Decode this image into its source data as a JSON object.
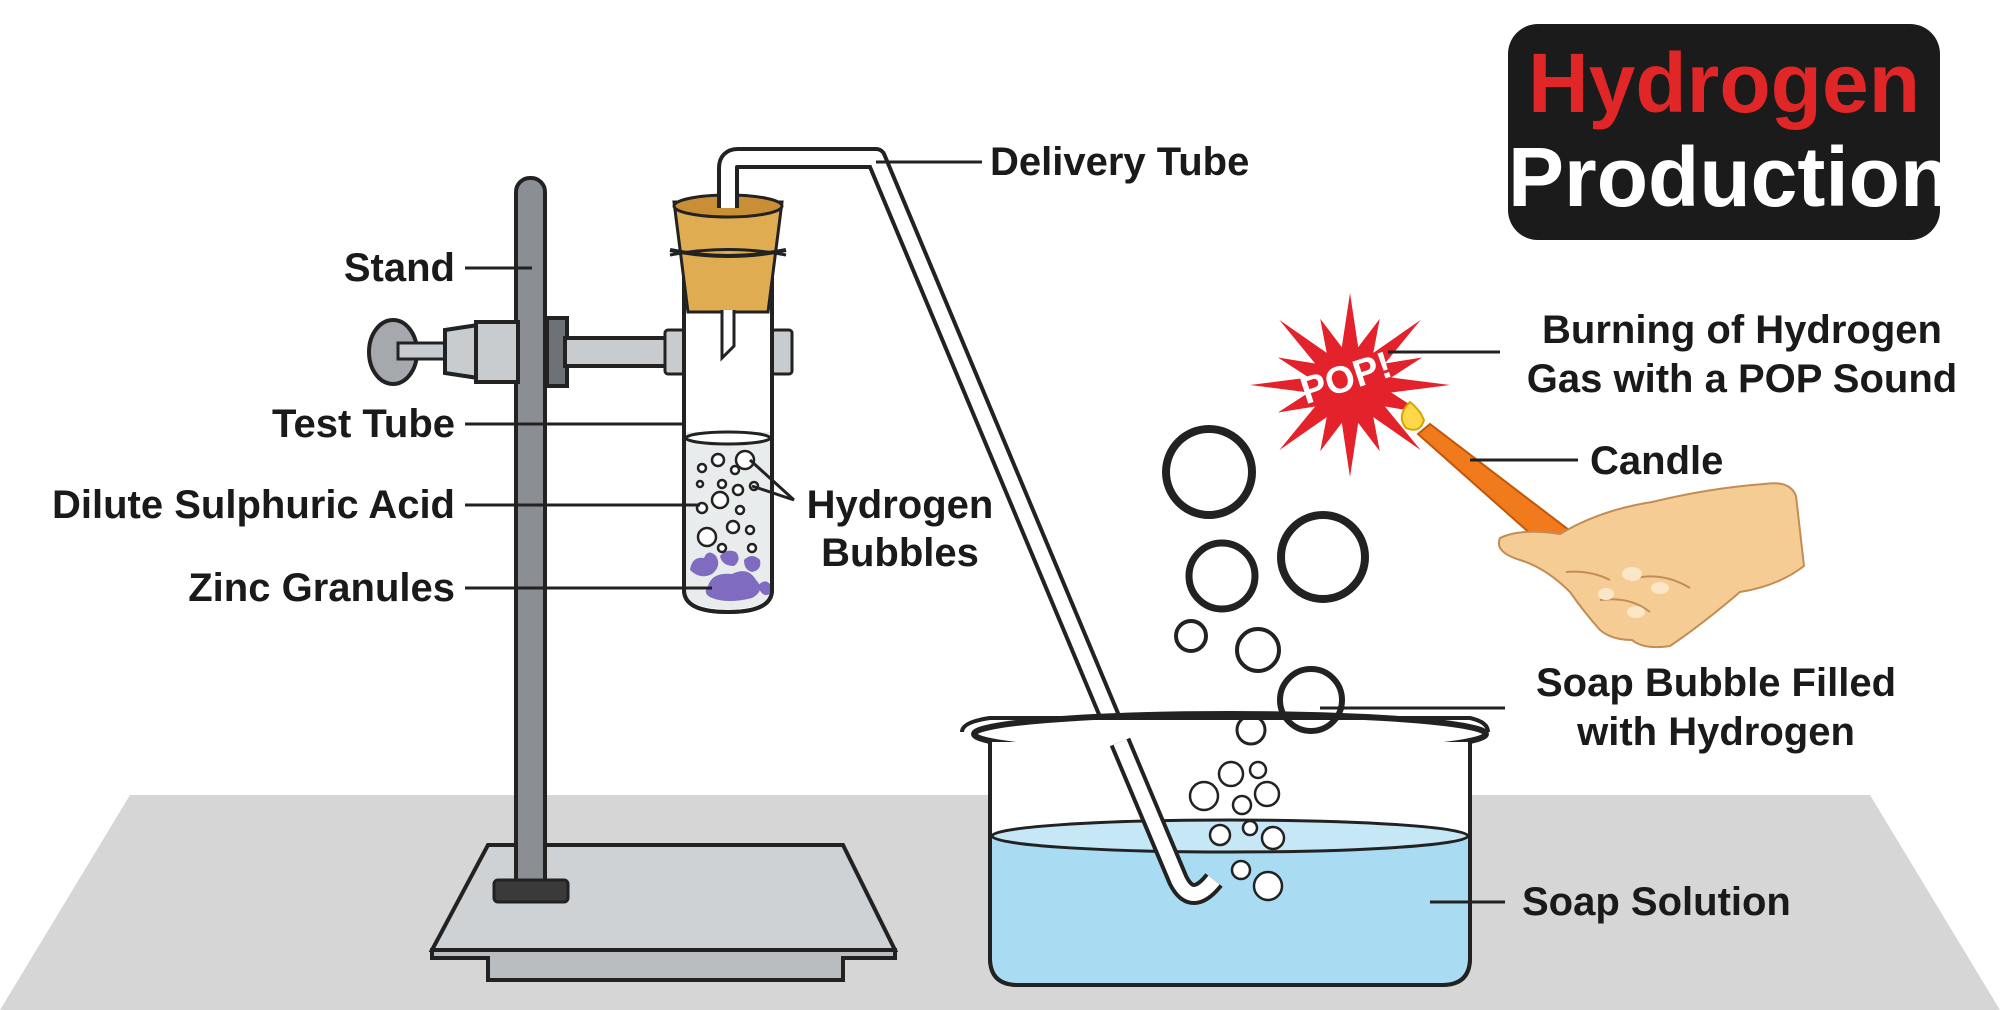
{
  "title": {
    "line1": "Hydrogen",
    "line2": "Production"
  },
  "labels": {
    "stand": "Stand",
    "test_tube": "Test Tube",
    "acid": "Dilute Sulphuric Acid",
    "zinc": "Zinc Granules",
    "bubbles_line1": "Hydrogen",
    "bubbles_line2": "Bubbles",
    "delivery_tube": "Delivery Tube",
    "burning_line1": "Burning of Hydrogen",
    "burning_line2": "Gas with a POP Sound",
    "candle": "Candle",
    "soap_bubble_line1": "Soap Bubble Filled",
    "soap_bubble_line2": "with Hydrogen",
    "soap_solution": "Soap Solution",
    "pop": "POP!"
  },
  "colors": {
    "title_bg": "#1b1b1b",
    "title_line1": "#e02626",
    "title_line2": "#ffffff",
    "cork": "#e0ac52",
    "zinc": "#7f6bc0",
    "solution": "#a9dcf2",
    "candle": "#f07a1c",
    "pop": "#e3222b",
    "hand": "#f6cc95",
    "table": "#d6d6d6"
  }
}
